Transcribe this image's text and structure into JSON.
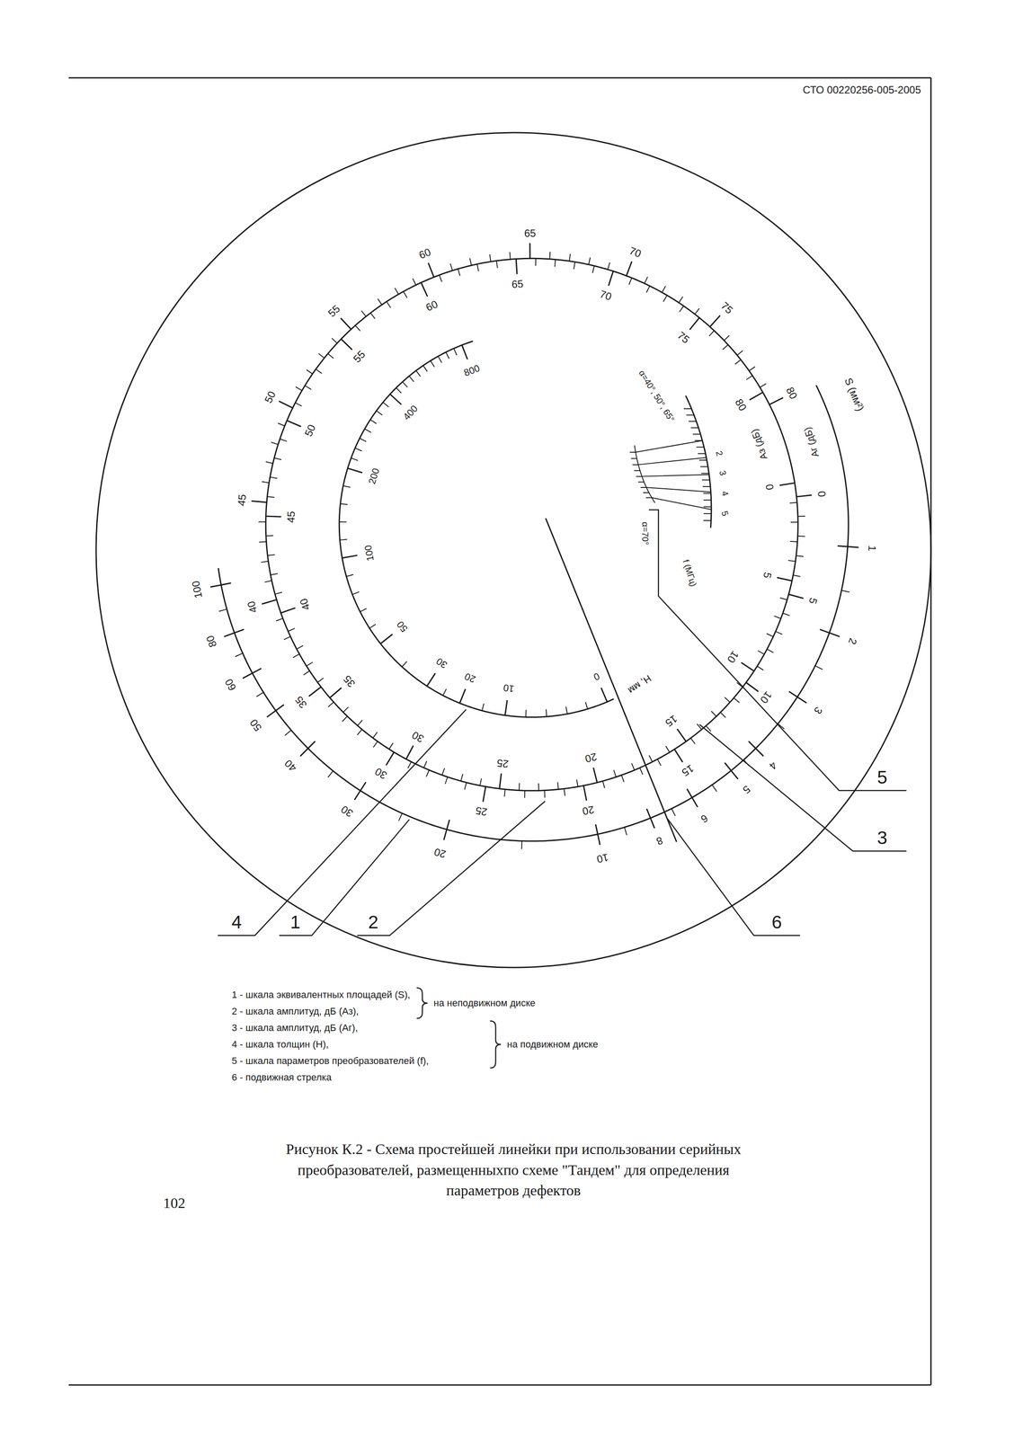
{
  "diagram": {
    "caption": "Рисунок К.2 - Схема простейшей линейки при использовании серийных преобразователей, размещенныхпо схеме \"Тандем\" для определения параметров дефектов",
    "labels": [
      "СТО 00220256-005-2005",
      "0",
      "5",
      "10",
      "15",
      "20",
      "25",
      "30",
      "35",
      "40",
      "45",
      "50",
      "55",
      "60",
      "65",
      "70",
      "75",
      "80",
      "0",
      "5",
      "10",
      "15",
      "20",
      "25",
      "30",
      "35",
      "40",
      "45",
      "50",
      "55",
      "60",
      "65",
      "70",
      "75",
      "80",
      "Аз (дБ)",
      "Аг (дБ)",
      "1",
      "2",
      "3",
      "4",
      "5",
      "6",
      "8",
      "10",
      "20",
      "30",
      "40",
      "50",
      "60",
      "80",
      "100",
      "S (мм²)",
      "800",
      "400",
      "200",
      "100",
      "50",
      "30",
      "20",
      "10",
      "0",
      "Н, мм",
      "α=40°, 50°, 65°",
      "α=70°",
      "f (МГц)",
      "2",
      "3",
      "4",
      "5",
      "5",
      "3",
      "6",
      "4",
      "1",
      "2",
      "на неподвижном диске",
      "на подвижном диске",
      "102"
    ],
    "legend": [
      {
        "text": "1 - шкала эквивалентных площадей (S),"
      },
      {
        "text": "2 - шкала амплитуд, дБ (Аз),"
      },
      {
        "text": "3 - шкала амплитуд, дБ (Аг),"
      },
      {
        "text": "4 - шкала толщин (H),"
      },
      {
        "text": "5 - шкала параметров преобразователей (f),"
      },
      {
        "text": "6 - подвижная стрелка"
      }
    ]
  }
}
